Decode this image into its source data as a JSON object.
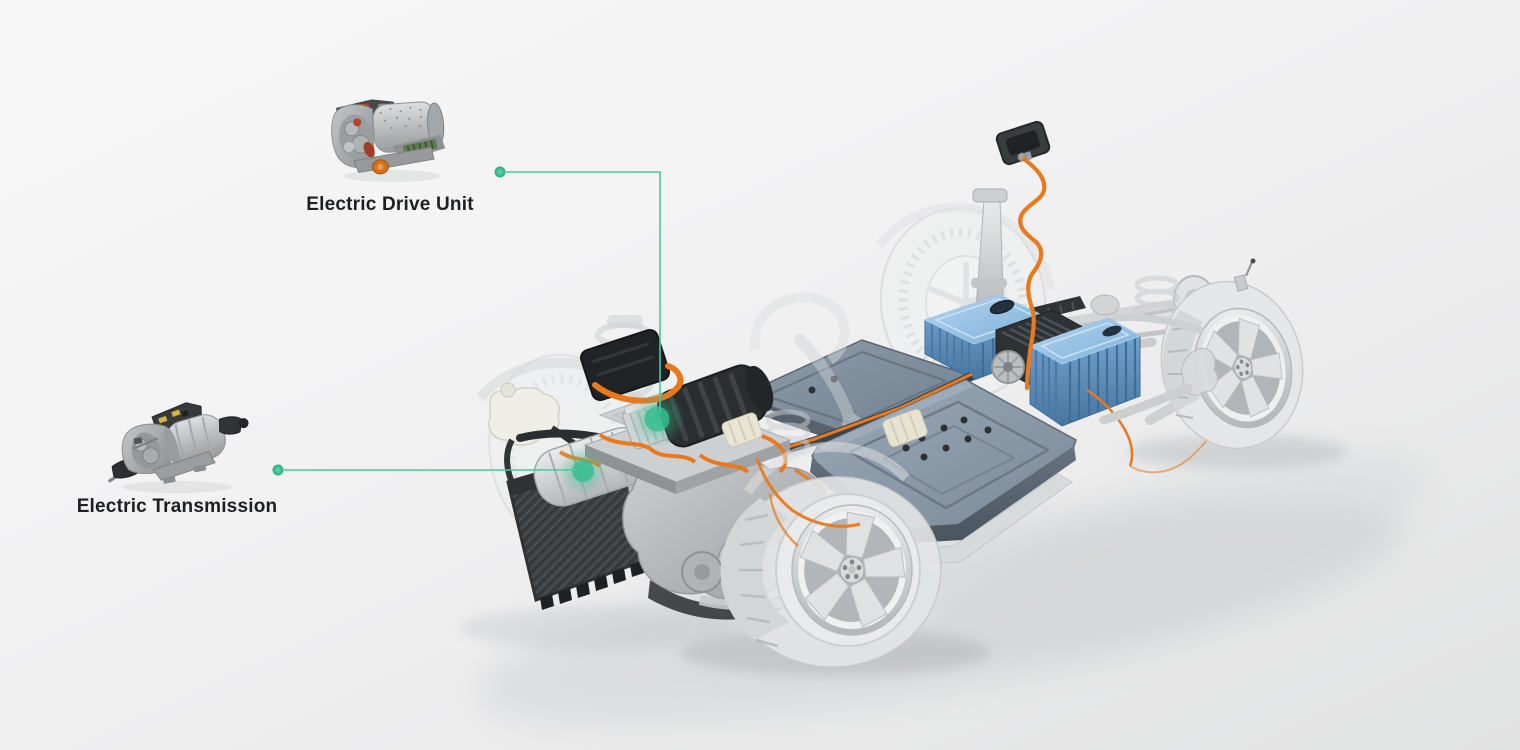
{
  "theme": {
    "colors": {
      "accent_green": "#35BE8E",
      "connector_green": "#4CC79B",
      "cable_orange": "#E8791E",
      "component_blue": "#7FB2DD",
      "battery_slate": "#8695A4",
      "label_text": "#1D1F21",
      "background": "#F2F2F3"
    }
  },
  "callouts": [
    {
      "id": "electric-drive-unit",
      "label": "Electric Drive Unit"
    },
    {
      "id": "electric-transmission",
      "label": "Electric Transmission"
    }
  ]
}
